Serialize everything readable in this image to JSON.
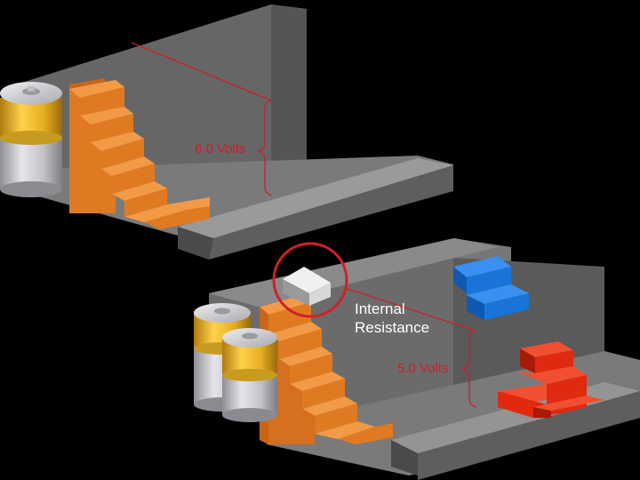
{
  "diagram": {
    "top_voltage_label": "6.0 Volts",
    "bottom_voltage_label": "5.0 Volts",
    "internal_resistance_label_line1": "Internal",
    "internal_resistance_label_line2": "Resistance",
    "colors": {
      "background": "#000000",
      "platform_face": "#6b6b6b",
      "platform_top": "#8c8c8c",
      "orange_stairs": "#e07a22",
      "red_stairs": "#e02a10",
      "blue_stairs": "#1a74d8",
      "battery_gold": "#e8b02a",
      "battery_silver": "#c9c9cc",
      "voltage_lines": "#c8202a",
      "highlight_circle": "#d0202a"
    }
  }
}
